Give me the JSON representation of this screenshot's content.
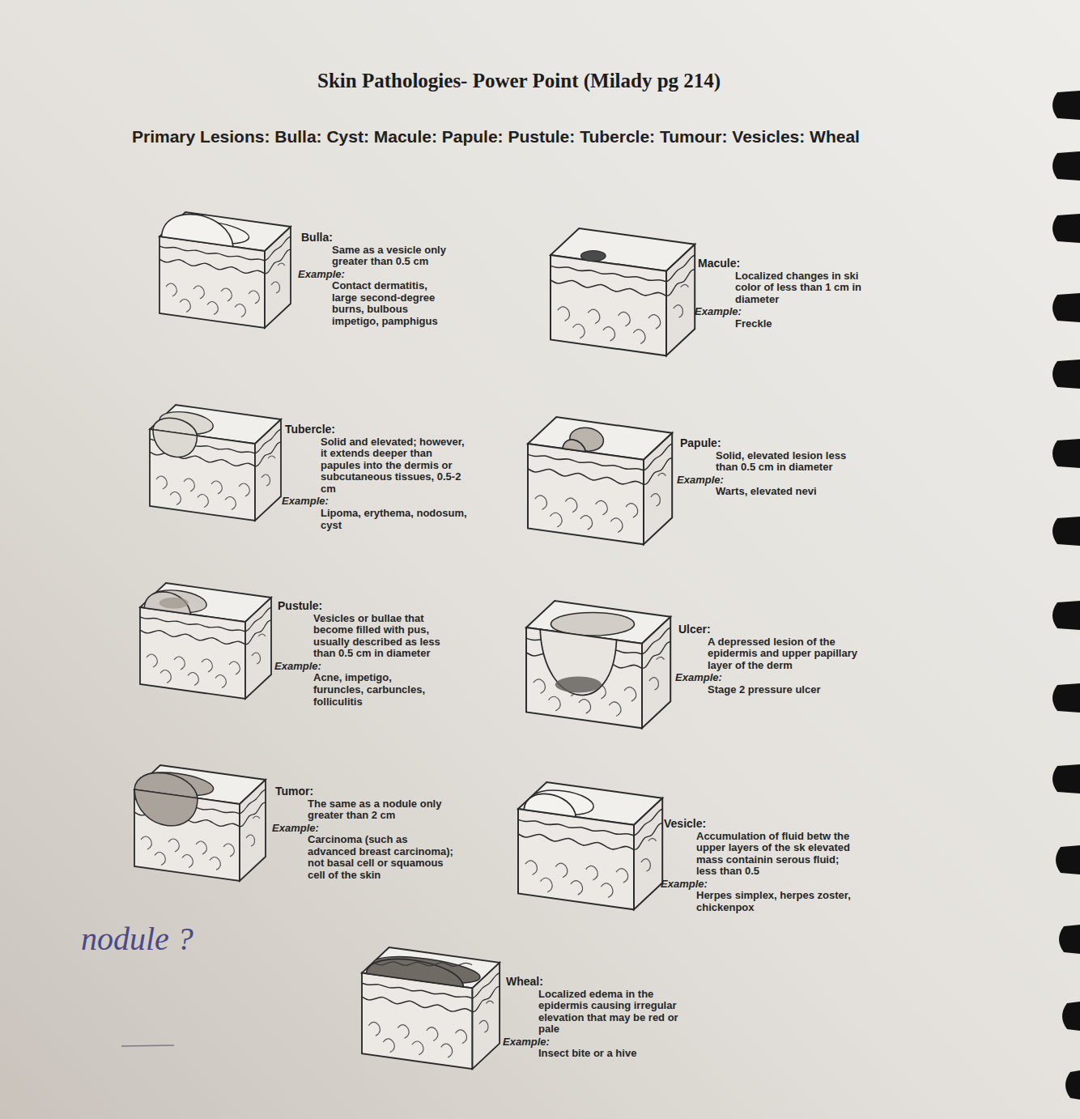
{
  "diagram": {
    "title": "Skin Pathologies- Power Point (Milady pg 214)",
    "labels": [
      "Primary Lesions: Bulla: Cyst: Macule: Papule: Pustule: Tubercle: Tumour: Vesicles: Wheal",
      "Bulla:",
      "Same as a vesicle only greater than 0.5 cm",
      "Example:",
      "Contact dermatitis, large second-degree burns, bulbous impetigo, pamphigus",
      "Macule:",
      "Localized changes in ski color of less than 1 cm in diameter",
      "Example:",
      "Freckle",
      "Tubercle:",
      "Solid and elevated; however, it extends deeper than papules into the dermis or subcutaneous tissues, 0.5-2 cm",
      "Example:",
      "Lipoma, erythema, nodosum, cyst",
      "Papule:",
      "Solid, elevated lesion less than 0.5 cm in diameter",
      "Example:",
      "Warts, elevated nevi",
      "Pustule:",
      "Vesicles or bullae that become filled with pus, usually described as less than 0.5 cm in diameter",
      "Example:",
      "Acne, impetigo, furuncles, carbuncles, folliculitis",
      "Ulcer:",
      "A depressed lesion of the epidermis and upper papillary layer of the derm",
      "Example:",
      "Stage 2 pressure ulcer",
      "Tumor:",
      "The same as a nodule only greater than 2 cm",
      "Example:",
      "Carcinoma (such as advanced breast carcinoma); not basal cell or squamous cell of the skin",
      "Vesicle:",
      "Accumulation of fluid betw the upper layers of the sk elevated mass containin serous fluid; less than 0.5",
      "Example:",
      "Herpes simplex, herpes zoster, chickenpox",
      "nodule ?",
      "Wheal:",
      "Localized edema in the epidermis causing irregular elevation that may be red or pale",
      "Example:",
      "Insect bite or a hive"
    ]
  }
}
